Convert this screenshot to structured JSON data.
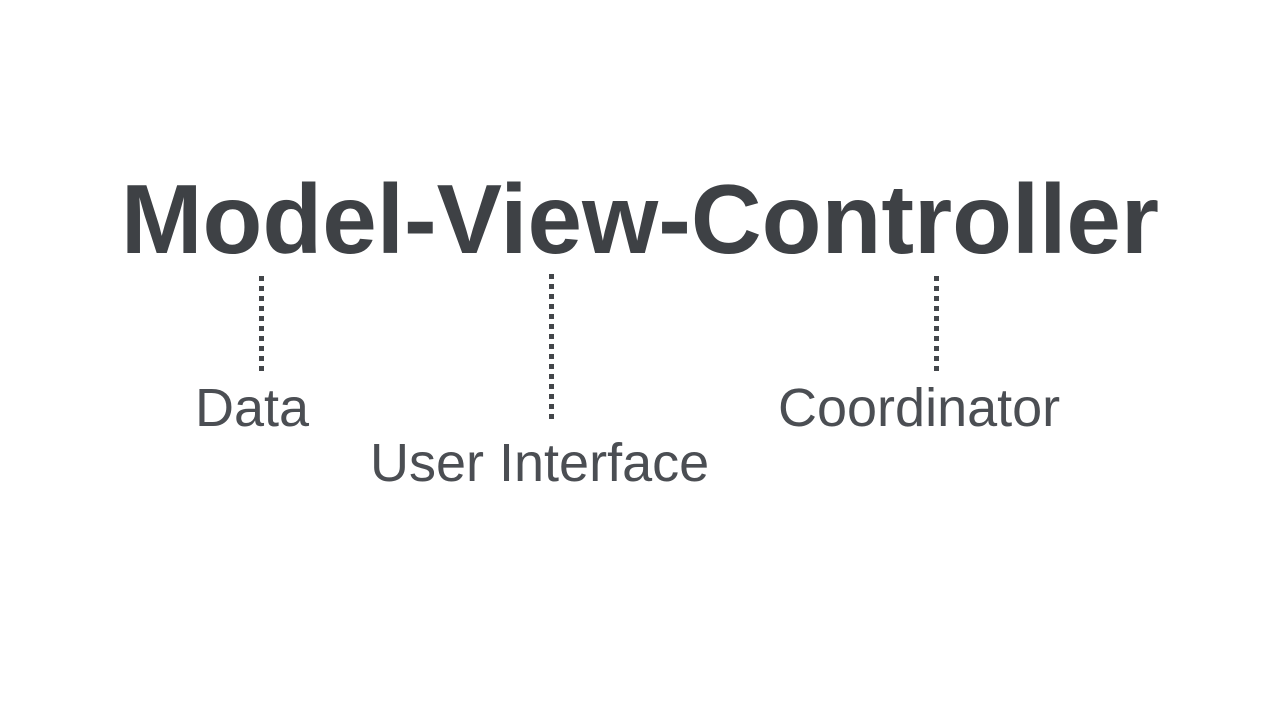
{
  "page": {
    "background_color": "#ffffff"
  },
  "diagram": {
    "title": "Model-View-Controller",
    "title_color": "#3e4145",
    "label_color": "#4b4e53",
    "connector_color": "#43464a",
    "connector_style": "dotted-vertical",
    "parts": [
      {
        "term": "Model",
        "label": "Data"
      },
      {
        "term": "View",
        "label": "User Interface"
      },
      {
        "term": "Controller",
        "label": "Coordinator"
      }
    ]
  }
}
